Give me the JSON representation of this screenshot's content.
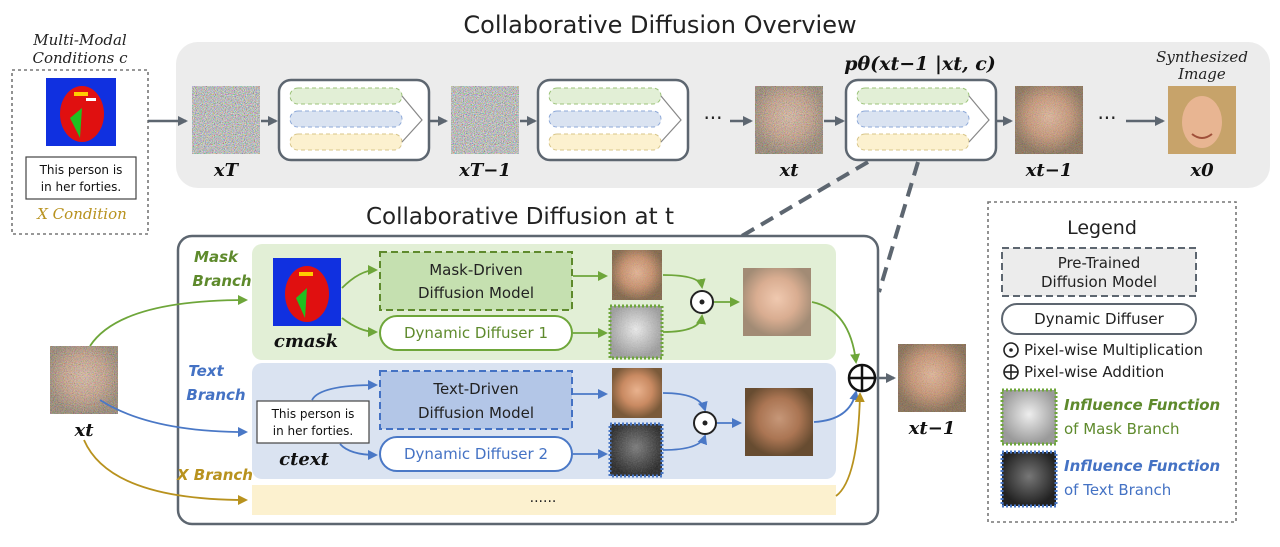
{
  "overview": {
    "title": "Collaborative Diffusion Overview",
    "posterior_label": "pθ(xt−1 |xt, c)",
    "node_labels": [
      "xT",
      "xT−1",
      "xt",
      "xt−1",
      "x0"
    ],
    "ellipsis": "···",
    "synth_label": "Synthesized Image",
    "synth_label_lines": [
      "Synthesized",
      "Image"
    ]
  },
  "conditions": {
    "title_lines": [
      "Multi-Modal",
      "Conditions c"
    ],
    "text_lines": [
      "This person is",
      "in her forties."
    ],
    "x_condition": "X Condition"
  },
  "detail": {
    "title": "Collaborative Diffusion at t",
    "input_label": "xt",
    "output_label": "xt−1",
    "mask_branch": {
      "label_lines": [
        "Mask",
        "Branch"
      ],
      "model_lines": [
        "Mask-Driven",
        "Diffusion Model"
      ],
      "diffuser": "Dynamic Diffuser 1",
      "cond_label": "cmask"
    },
    "text_branch": {
      "label_lines": [
        "Text",
        "Branch"
      ],
      "model_lines": [
        "Text-Driven",
        "Diffusion Model"
      ],
      "diffuser": "Dynamic Diffuser 2",
      "cond_label": "ctext",
      "cond_text_lines": [
        "This person is",
        "in her forties."
      ]
    },
    "x_branch": {
      "label": "X Branch",
      "ellipsis": "......"
    }
  },
  "legend": {
    "title": "Legend",
    "pretrained_lines": [
      "Pre-Trained",
      "Diffusion Model"
    ],
    "dynamic_diffuser": "Dynamic Diffuser",
    "pixel_mult": "Pixel-wise Multiplication",
    "pixel_add": "Pixel-wise Addition",
    "influence_mask_lines": [
      "Influence Function",
      "of Mask Branch"
    ],
    "influence_text_lines": [
      "Influence Function",
      "of Text Branch"
    ]
  },
  "colors": {
    "mask_green": "#5e8a2c",
    "text_blue": "#4472c4",
    "x_gold": "#b8921e",
    "mask_panel": "#e2efd6",
    "text_panel": "#dae3f1",
    "x_panel": "#fcf1cf",
    "gray_frame": "#5d6670"
  }
}
